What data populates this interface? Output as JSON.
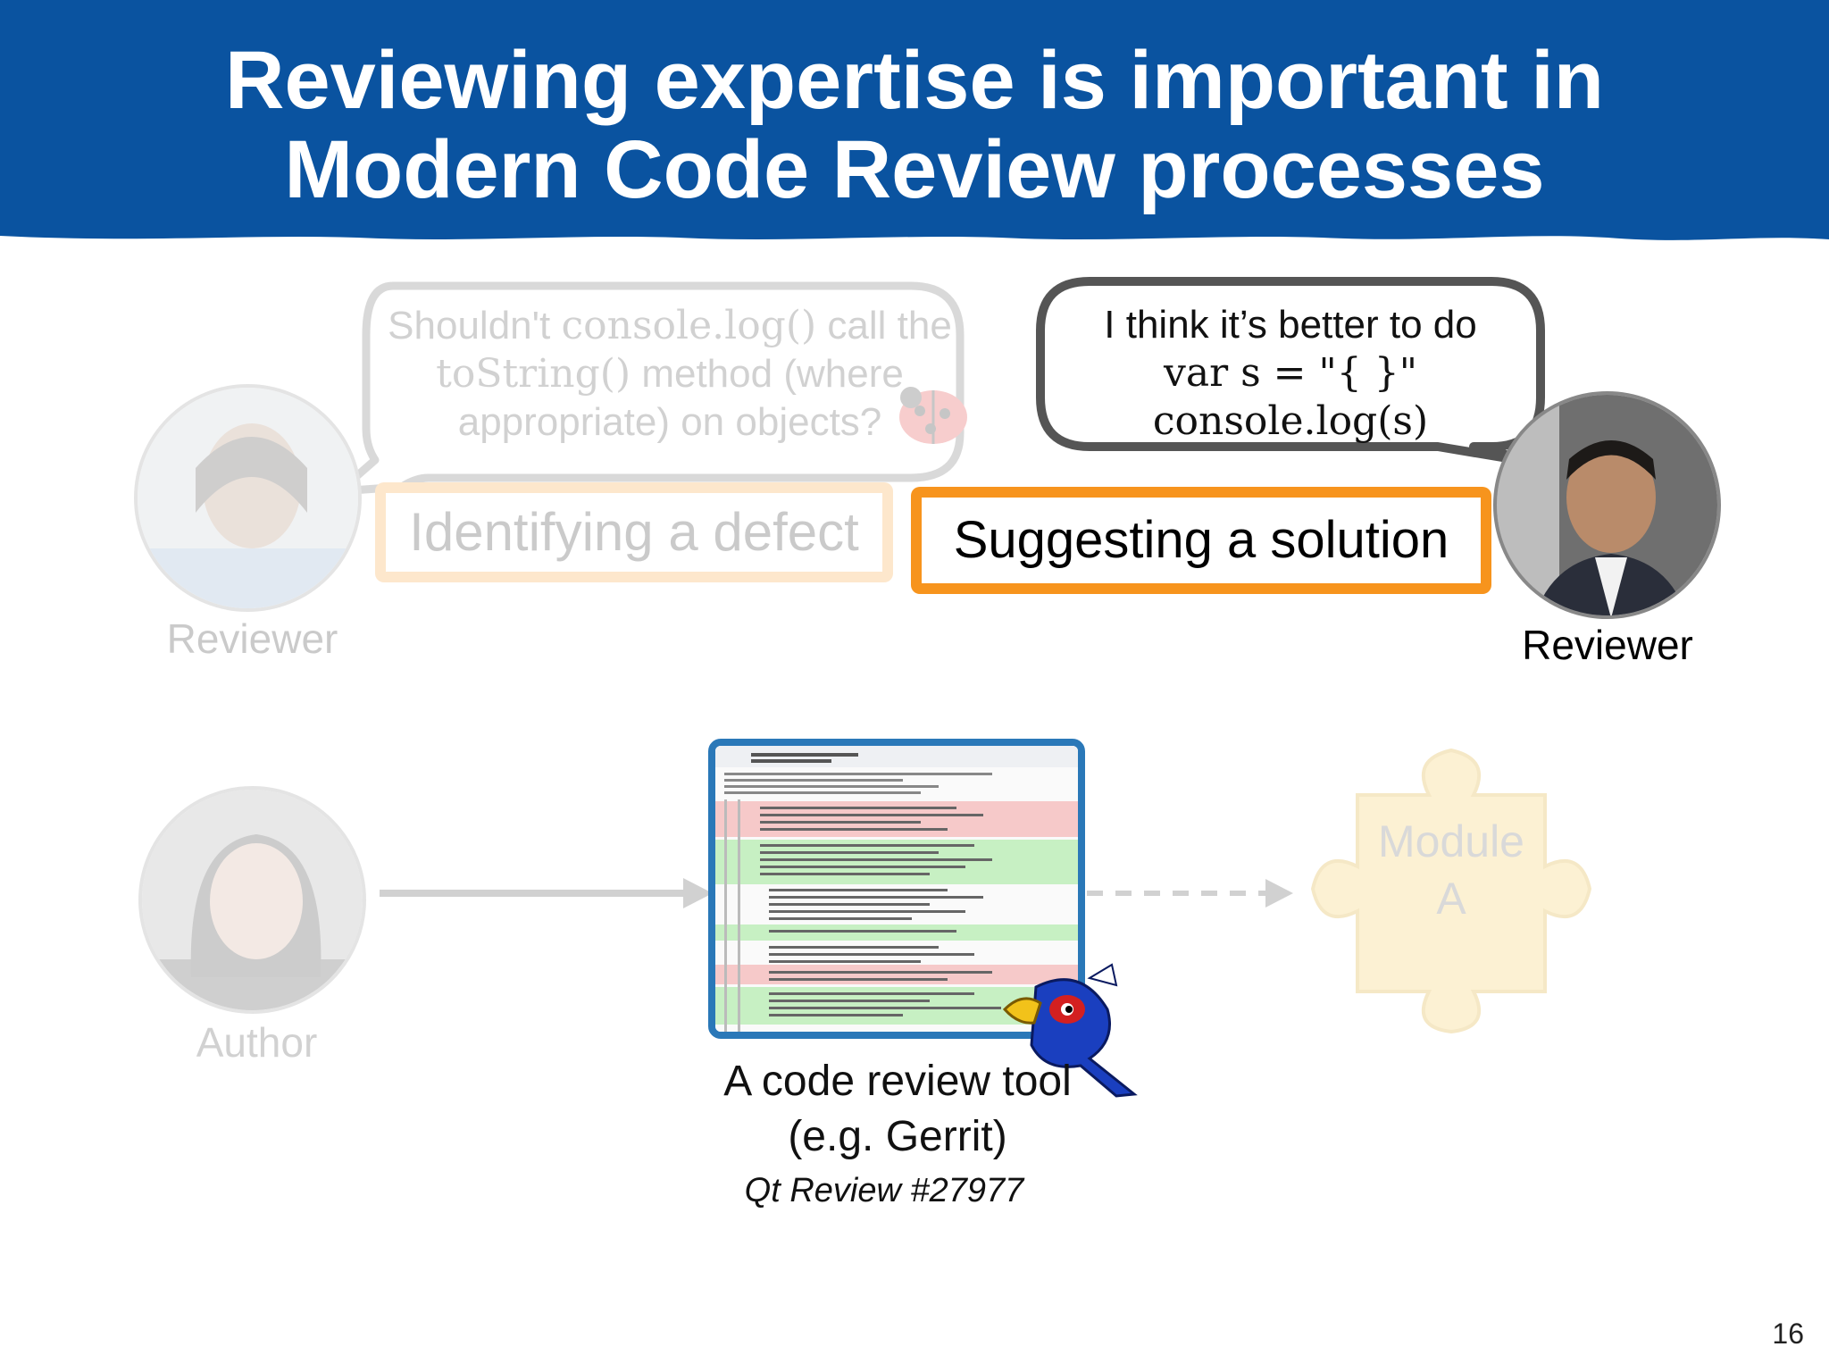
{
  "title": {
    "line1": "Reviewing expertise is important in",
    "line2": "Modern Code Review processes"
  },
  "left_bubble": {
    "line1_a": "Shouldn't ",
    "line1_code": "console.log()",
    "line1_b": " call the",
    "line2_code": "toString()",
    "line2_b": " method (where",
    "line3": "appropriate) on objects?"
  },
  "right_bubble": {
    "line1": "I think it’s better to do",
    "line2": "var s = \"{ }\"",
    "line3": "console.log(s)"
  },
  "labels": {
    "identifying": "Identifying a defect",
    "suggesting": "Suggesting a solution"
  },
  "roles": {
    "left_reviewer": "Reviewer",
    "right_reviewer": "Reviewer",
    "author": "Author"
  },
  "tool": {
    "caption_line1": "A code review tool",
    "caption_line2": "(e.g. Gerrit)",
    "source": "Qt Review #27977"
  },
  "module": {
    "line1": "Module",
    "line2": "A"
  },
  "page_number": "16",
  "colors": {
    "banner": "#0a53a0",
    "label_border": "#f7941d",
    "tool_border": "#2a78b8",
    "puzzle": "#f5c33b"
  }
}
